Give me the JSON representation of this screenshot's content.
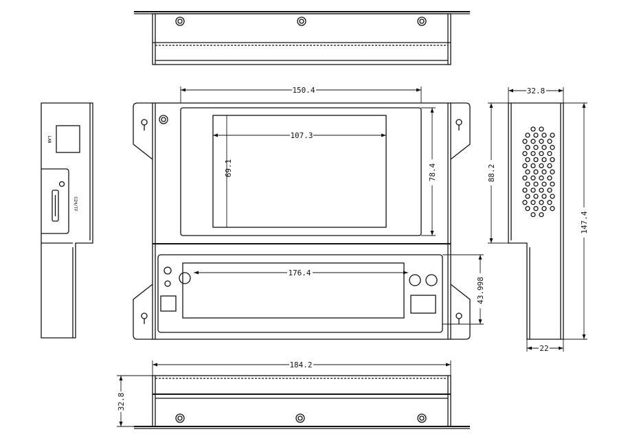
{
  "drawing": {
    "ink_color": "#111111",
    "background": "#ffffff",
    "dimensions": {
      "screen_width": "150.4",
      "display_width": "107.3",
      "display_height": "69.1",
      "screen_height": "78.4",
      "connector_width": "176.4",
      "connector_height": "43.998",
      "overall_width": "184.2",
      "thickness_bottom": "32.8",
      "thickness_side": "32.8",
      "front_height": "88.2",
      "total_height": "147.4",
      "foot_depth": "22"
    },
    "labels": {
      "lan_port": "LAN",
      "sim_tf_slot": "SIM/TF"
    }
  }
}
